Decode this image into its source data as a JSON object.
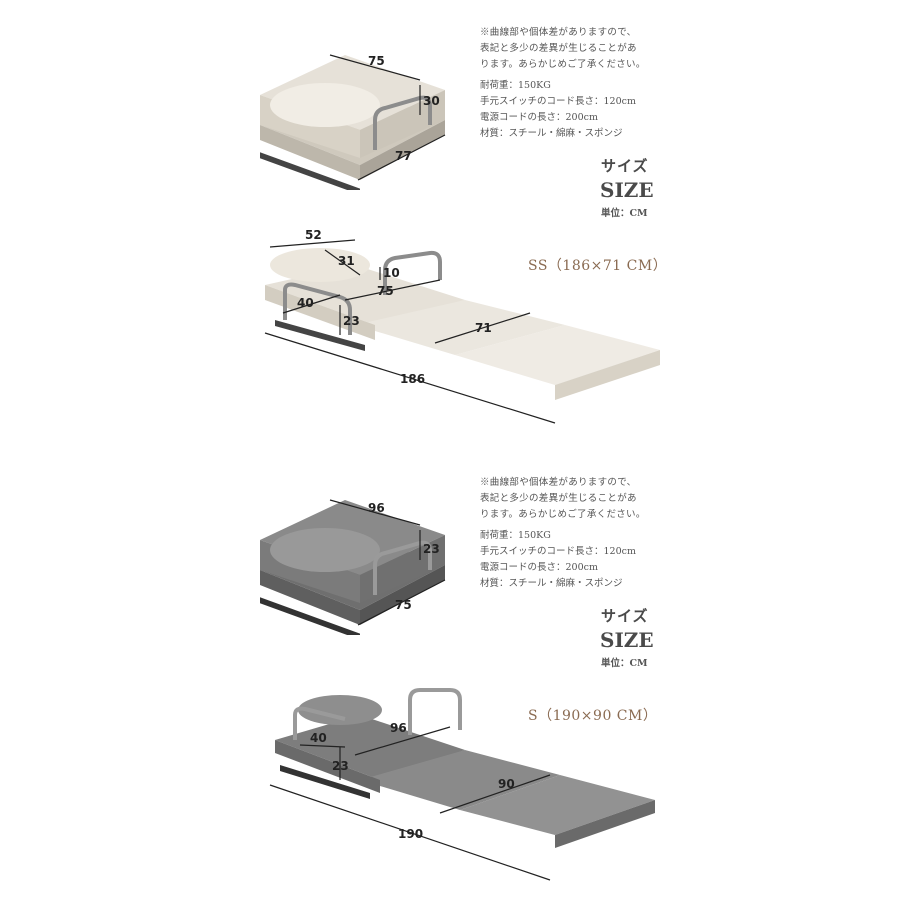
{
  "sections": [
    {
      "note_lines": [
        "※曲線部や個体差がありますので、",
        "表記と多少の差異が生じることがあ",
        "ります。あらかじめご了承ください。"
      ],
      "spec_lines": [
        "耐荷重：150KG",
        "手元スイッチのコード長さ：120cm",
        "電源コードの長さ：200cm",
        "材質：スチール・綿麻・スポンジ"
      ],
      "size_jp": "サイズ",
      "size_en": "SIZE",
      "unit": "単位：CM",
      "folded_dims": {
        "width": "75",
        "height": "30",
        "depth": "77"
      },
      "model_label": "SS（186×71 CM）",
      "flat_dims": {
        "top_width": "52",
        "pillow": "31",
        "rail_h": "10",
        "rail_len": "75",
        "side": "40",
        "leg": "23",
        "mat_width": "71",
        "length": "186"
      },
      "colors": {
        "fabric": "#e6e1d8",
        "fabric_dark": "#cfc9bd",
        "frame": "#9a9a9a"
      }
    },
    {
      "note_lines": [
        "※曲線部や個体差がありますので、",
        "表記と多少の差異が生じることがあ",
        "ります。あらかじめご了承ください。"
      ],
      "spec_lines": [
        "耐荷重：150KG",
        "手元スイッチのコード長さ：120cm",
        "電源コードの長さ：200cm",
        "材質：スチール・綿麻・スポンジ"
      ],
      "size_jp": "サイズ",
      "size_en": "SIZE",
      "unit": "単位：CM",
      "folded_dims": {
        "width": "96",
        "height": "23",
        "depth": "75"
      },
      "model_label": "S（190×90 CM）",
      "flat_dims": {
        "rail_len": "96",
        "side": "40",
        "leg": "23",
        "mat_width": "90",
        "length": "190"
      },
      "colors": {
        "fabric": "#8a8a8a",
        "fabric_dark": "#6f6f6f",
        "frame": "#9a9a9a"
      }
    }
  ]
}
